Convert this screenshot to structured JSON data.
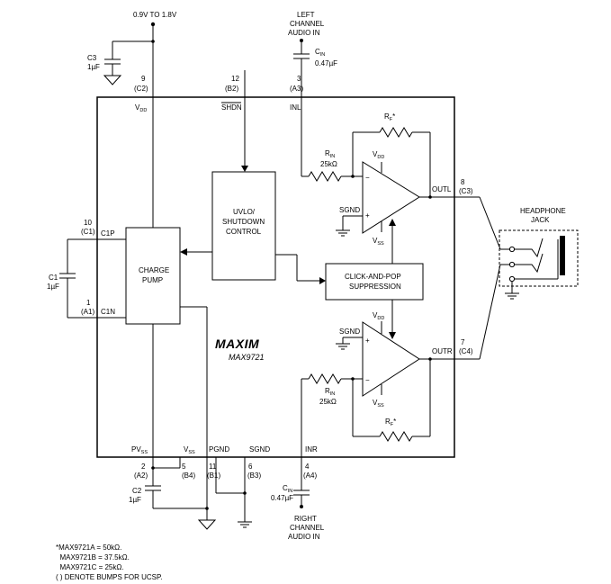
{
  "supply": {
    "voltage": "0.9V TO 1.8V"
  },
  "caps": {
    "c3": {
      "name": "C3",
      "value": "1µF"
    },
    "c1": {
      "name": "C1",
      "value": "1µF"
    },
    "c2": {
      "name": "C2",
      "value": "1µF"
    },
    "cin_left": {
      "name": "C",
      "sub": "IN",
      "value": "0.47µF"
    },
    "cin_right": {
      "name": "C",
      "sub": "IN",
      "value": "0.47µF"
    }
  },
  "inputs": {
    "left": [
      "LEFT",
      "CHANNEL",
      "AUDIO IN"
    ],
    "right": [
      "RIGHT",
      "CHANNEL",
      "AUDIO IN"
    ]
  },
  "pins": {
    "vdd": {
      "num": "9",
      "bump": "(C2)",
      "label": "V",
      "sub": "DD"
    },
    "shdn": {
      "num": "12",
      "bump": "(B2)",
      "label": "SHDN"
    },
    "inl": {
      "num": "3",
      "bump": "(A3)",
      "label": "INL"
    },
    "c1p": {
      "num": "10",
      "bump": "(C1)",
      "label": "C1P"
    },
    "c1n": {
      "num": "1",
      "bump": "(A1)",
      "label": "C1N"
    },
    "outl": {
      "num": "8",
      "bump": "(C3)",
      "label": "OUTL"
    },
    "outr": {
      "num": "7",
      "bump": "(C4)",
      "label": "OUTR"
    },
    "pvss": {
      "num": "2",
      "bump": "(A2)",
      "label": "PV",
      "sub": "SS"
    },
    "vss": {
      "num": "5",
      "bump": "(B4)",
      "label": "V",
      "sub": "SS"
    },
    "pgnd": {
      "num": "11",
      "bump": "(B1)",
      "label": "PGND"
    },
    "sgnd": {
      "num": "6",
      "bump": "(B3)",
      "label": "SGND"
    },
    "inr": {
      "num": "4",
      "bump": "(A4)",
      "label": "INR"
    }
  },
  "blocks": {
    "charge_pump": [
      "CHARGE",
      "PUMP"
    ],
    "uvlo": [
      "UVLO/",
      "SHUTDOWN",
      "CONTROL"
    ],
    "click_pop": [
      "CLICK-AND-POP",
      "SUPPRESSION"
    ]
  },
  "amp_top": {
    "rin": "R",
    "rin_sub": "IN",
    "rin_value": "25kΩ",
    "rf": "R",
    "rf_sub": "F",
    "rf_note": "*",
    "vdd": "V",
    "vdd_sub": "DD",
    "vss": "V",
    "vss_sub": "SS",
    "sgnd": "SGND",
    "minus": "−",
    "plus": "+"
  },
  "amp_bot": {
    "rin": "R",
    "rin_sub": "IN",
    "rin_value": "25kΩ",
    "rf": "R",
    "rf_sub": "F",
    "rf_note": "*",
    "vdd": "V",
    "vdd_sub": "DD",
    "vss": "V",
    "vss_sub": "SS",
    "sgnd": "SGND",
    "minus": "−",
    "plus": "+"
  },
  "logo": "MAXIM",
  "part_number": "MAX9721",
  "headphone": [
    "HEADPHONE",
    "JACK"
  ],
  "notes": [
    "*MAX9721A = 50kΩ.",
    "  MAX9721B = 37.5kΩ.",
    "  MAX9721C = 25kΩ.",
    "( ) DENOTE BUMPS FOR UCSP."
  ]
}
